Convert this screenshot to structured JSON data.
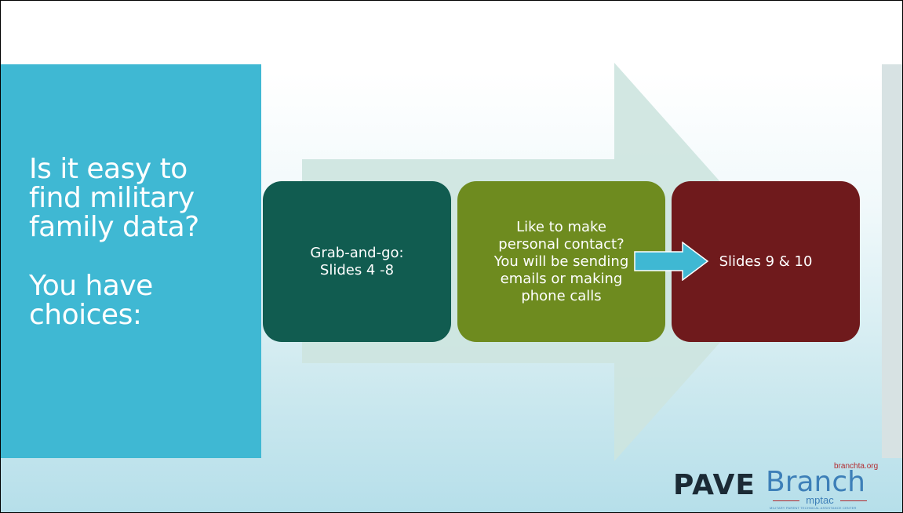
{
  "slide": {
    "left_panel": {
      "question": "Is it easy to find military family data?",
      "question_lines": [
        "Is it easy to",
        "find military",
        "family data?"
      ],
      "answer_lines": [
        "You have",
        "choices:"
      ]
    },
    "boxes": [
      {
        "text": "Grab-and-go:\nSlides 4 -8",
        "color": "#115c50"
      },
      {
        "text": "Like to make\npersonal contact?\nYou will be sending\nemails or making\nphone calls",
        "color": "#6e8b1f"
      },
      {
        "text": "Slides  9 & 10",
        "color": "#6f1a1c"
      }
    ],
    "colors": {
      "left_panel": "#3fb8d3",
      "big_arrow": "#cde4df",
      "small_arrow": "#3fb8d3"
    },
    "logo": {
      "pave": "PAVE",
      "branch": "Branch",
      "url": "branchta.org",
      "mptac": "mptac",
      "subtitle": "MILITARY PARENT TECHNICAL ASSISTANCE CENTER"
    }
  }
}
